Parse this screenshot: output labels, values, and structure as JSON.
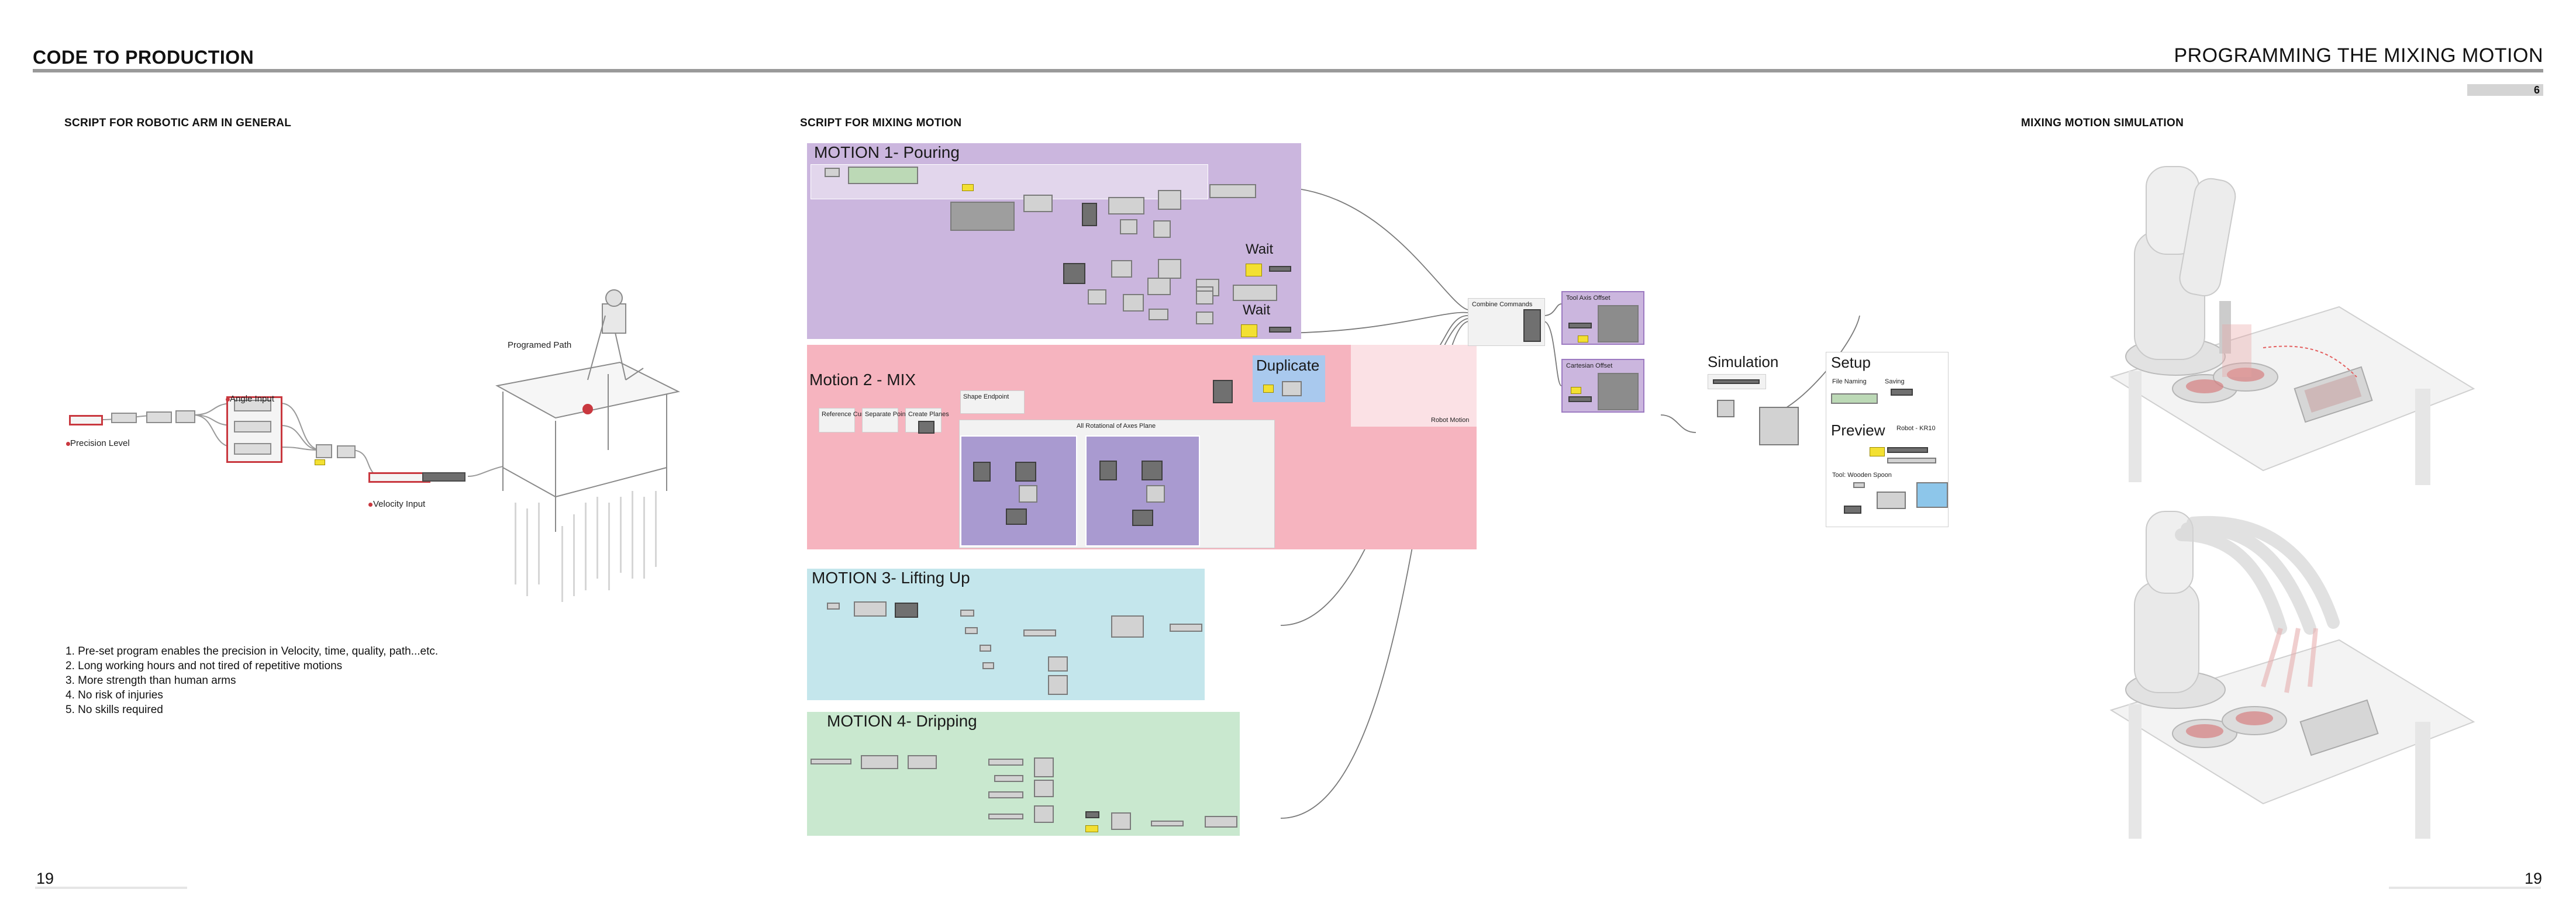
{
  "header": {
    "left_title": "CODE TO PRODUCTION",
    "right_title": "PROGRAMMING THE MIXING MOTION",
    "chapter_number": "6"
  },
  "left_section": {
    "title": "SCRIPT FOR ROBOTIC ARM IN GENERAL",
    "labels": {
      "precision_level": "Precision Level",
      "angle_input": "Angle Input",
      "velocity_input": "Velocity Input",
      "programed_path": "Programed Path"
    },
    "benefits": [
      "1. Pre-set program enables the precision in Velocity, time, quality, path...etc.",
      "2. Long working hours and not tired of repetitive motions",
      "3. More strength than human arms",
      "4. No risk of injuries",
      "5. No skills required"
    ]
  },
  "middle_section": {
    "title": "SCRIPT FOR MIXING MOTION",
    "groups": {
      "motion1": "MOTION 1- Pouring",
      "motion2": "Motion 2 - MIX",
      "motion3": "MOTION 3- Lifting Up",
      "motion4": "MOTION 4- Dripping",
      "wait1": "Wait",
      "wait2": "Wait",
      "duplicate": "Duplicate",
      "robot_motion": "Robot Motion",
      "combine_commands": "Combine Commands",
      "tool_axis_offset": "Tool Axis Offset",
      "cartesian_offset": "Cartesian Offset",
      "simulation": "Simulation",
      "setup": "Setup",
      "file_naming": "File Naming",
      "saving": "Saving",
      "preview": "Preview",
      "robot_kr10": "Robot - KR10",
      "tool_wooden_spoon": "Tool: Wooden Spoon",
      "reference_curve": "Reference Curve",
      "separate_points": "Separate Points",
      "create_planes": "Create Planes",
      "shape_endpoint": "Shape Endpoint",
      "nb_rotational_axis_plane": "All Rotational of Axes Plane"
    }
  },
  "right_section": {
    "title": "MIXING MOTION SIMULATION"
  },
  "footer": {
    "left_page": "19",
    "right_page": "19"
  },
  "colors": {
    "purple_group": "#cbb6de",
    "pink_group": "#f6b4bf",
    "cyan_group": "#c4e6ec",
    "green_group": "#c9e8cf",
    "accent_red": "#c9383f",
    "accent_yellow": "#f3e032"
  }
}
